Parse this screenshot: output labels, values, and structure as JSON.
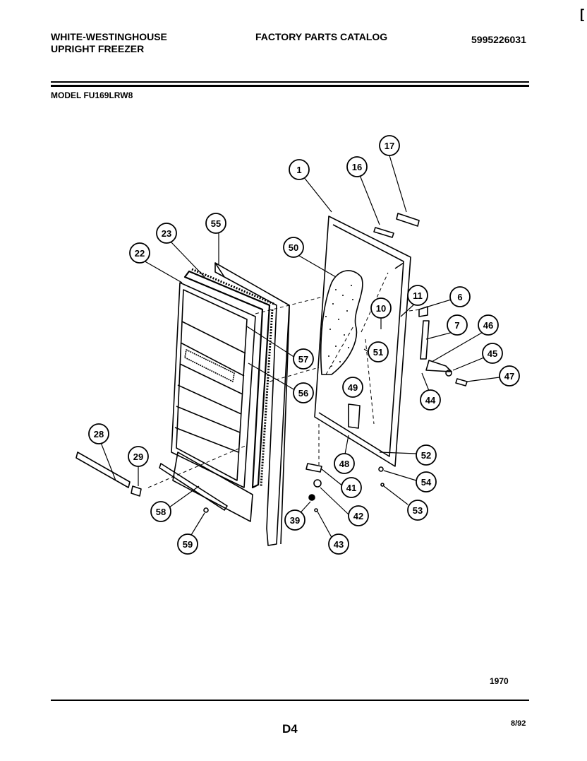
{
  "header": {
    "brand_line1": "WHITE-WESTINGHOUSE",
    "brand_line2": "UPRIGHT FREEZER",
    "catalog_title": "FACTORY PARTS CATALOG",
    "catalog_number": "5995226031"
  },
  "model": "MODEL FU169LRW8",
  "diagram": {
    "callouts": [
      "1",
      "16",
      "17",
      "55",
      "23",
      "22",
      "50",
      "11",
      "6",
      "10",
      "7",
      "46",
      "57",
      "51",
      "45",
      "47",
      "56",
      "49",
      "44",
      "28",
      "29",
      "52",
      "48",
      "54",
      "41",
      "58",
      "42",
      "53",
      "39",
      "43",
      "59"
    ]
  },
  "footer": {
    "figure_code": "1970",
    "page": "D4",
    "date": "8/92"
  }
}
